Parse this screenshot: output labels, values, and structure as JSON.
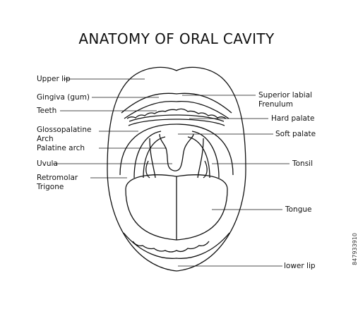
{
  "title": "ANATOMY OF ORAL CAVITY",
  "labels": {
    "upper_lip": "Upper lip",
    "gingiva": "Gingiva (gum)",
    "teeth": "Teeth",
    "glossopalatine_1": "Glossopalatine",
    "glossopalatine_2": "Arch",
    "palatine_arch": "Palatine arch",
    "uvula": "Uvula",
    "retromolar_1": "Retromolar",
    "retromolar_2": "Trigone",
    "superior_labial_1": "Superior labial",
    "superior_labial_2": "Frenulum",
    "hard_palate": "Hard palate",
    "soft_palate": "Soft palate",
    "tonsil": "Tonsil",
    "tongue": "Tongue",
    "lower_lip": "lower lip"
  },
  "watermark_id": "847933910"
}
